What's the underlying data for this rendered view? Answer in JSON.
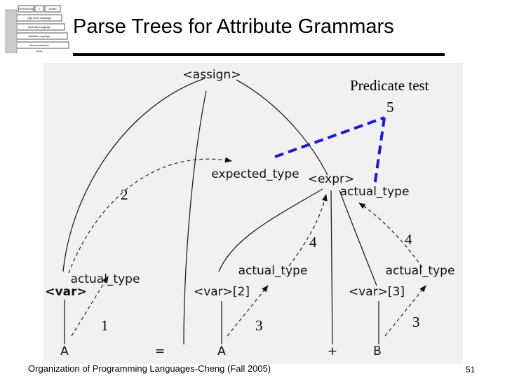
{
  "slide": {
    "title": "Parse Trees for Attribute Grammars",
    "footer": "Organization of Programming Languages-Cheng (Fall 2005)",
    "page_number": "51"
  },
  "logo": {
    "icon": "layered-stack-icon",
    "layers": [
      "OPERATING",
      "C",
      "TASK3",
      "High Level Language",
      "Assembly Language",
      "Machine Language",
      "Microarchitecture",
      "Device"
    ]
  },
  "tree": {
    "root": "<assign>",
    "expected_type": "expected_type",
    "expr": "<expr>",
    "expr_attr": "actual_type",
    "var1": "<var>",
    "var1_attr": "actual_type",
    "var2": "<var>[2]",
    "var2_attr": "actual_type",
    "var3": "<var>[3]",
    "var3_attr": "actual_type",
    "leaves": [
      "A",
      "=",
      "A",
      "+",
      "B"
    ]
  },
  "annotations": {
    "predicate_label": "Predicate test",
    "predicate_step": "5",
    "steps": [
      "2",
      "4",
      "4",
      "1",
      "3",
      "3"
    ]
  },
  "colors": {
    "predicate_dash": "#1a1acc",
    "tree_line": "#222222",
    "figure_bg": "#f1f1f1"
  }
}
